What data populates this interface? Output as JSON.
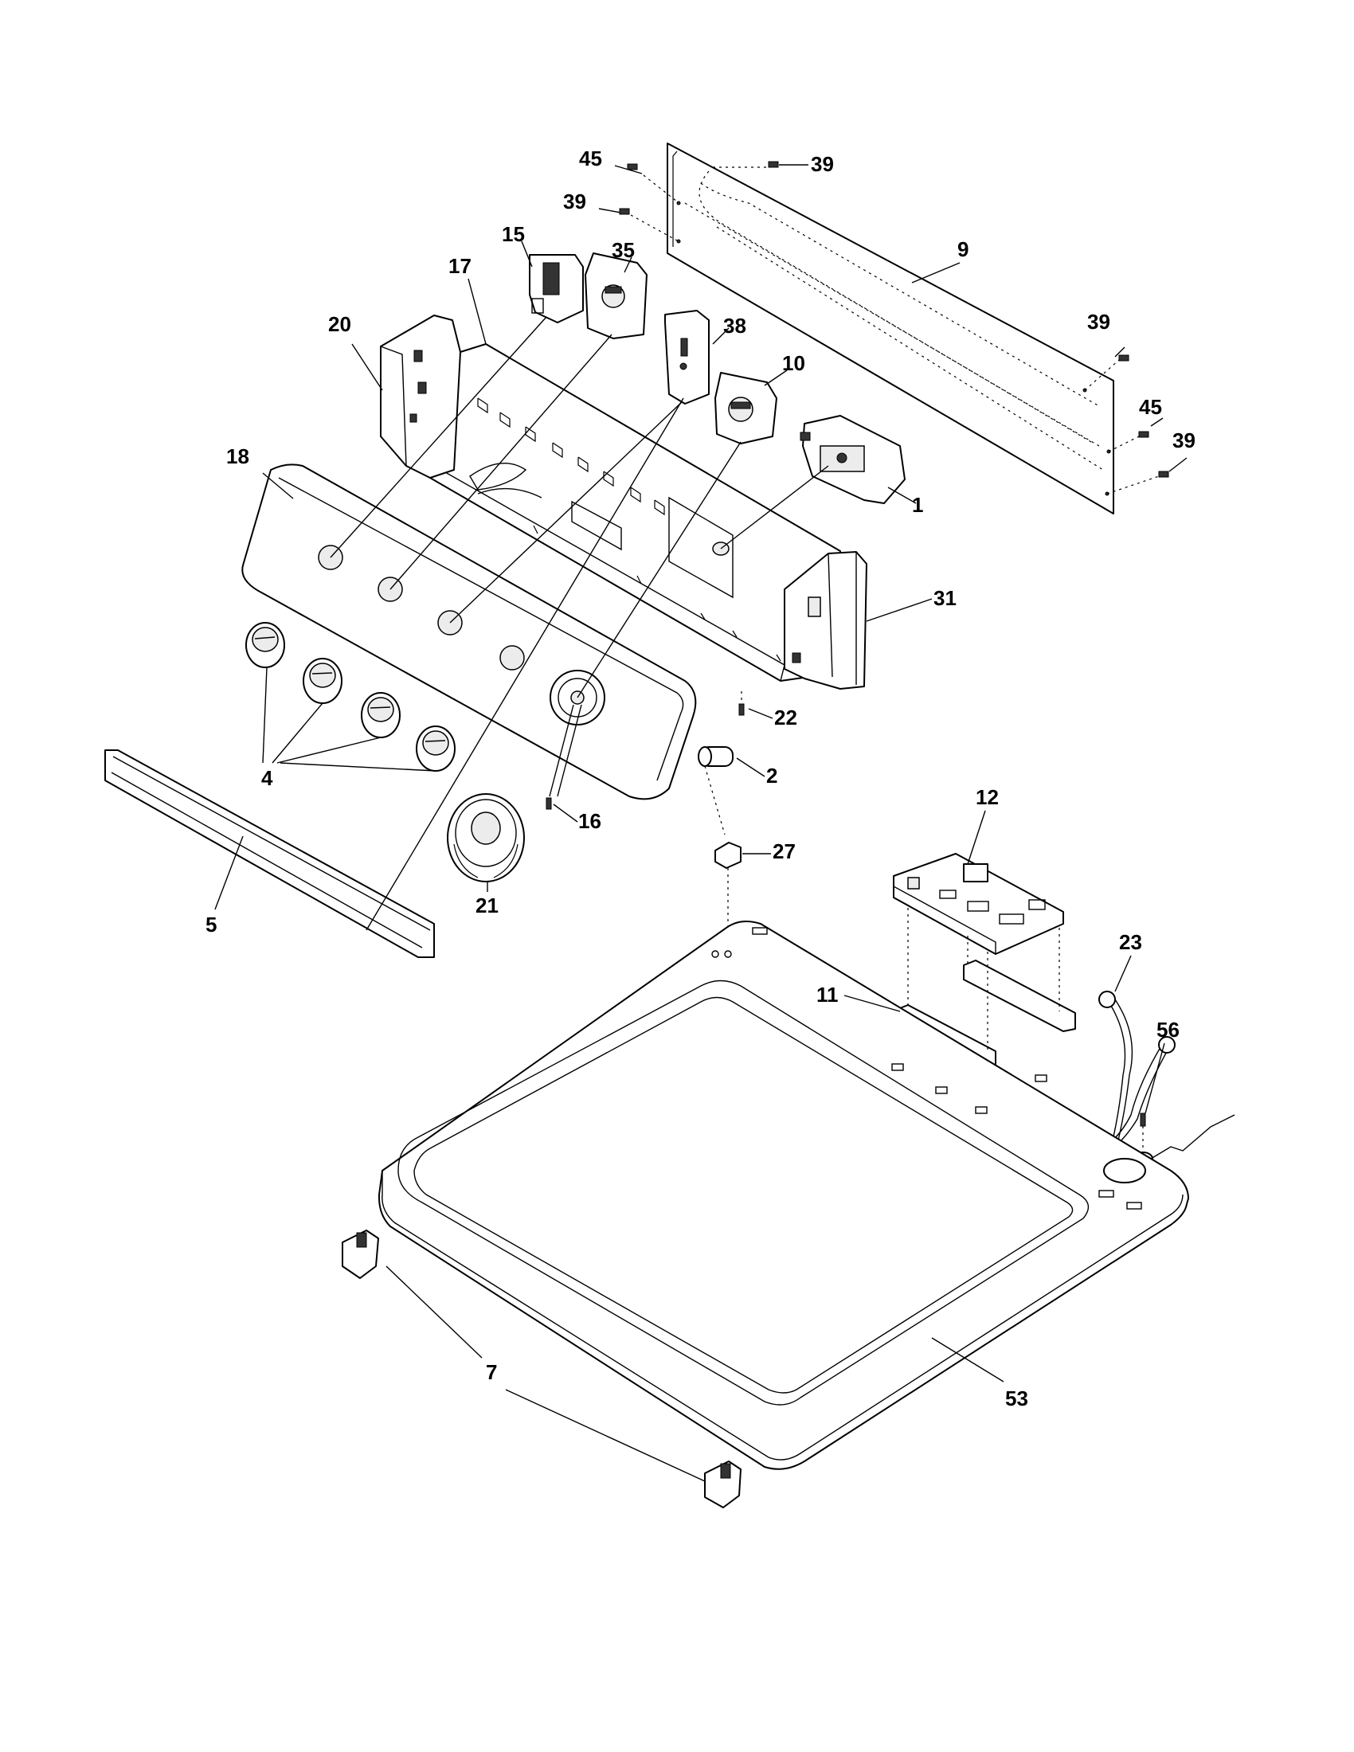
{
  "callouts": [
    {
      "id": "c45a",
      "text": "45"
    },
    {
      "id": "c39a",
      "text": "39"
    },
    {
      "id": "c39b",
      "text": "39"
    },
    {
      "id": "c15",
      "text": "15"
    },
    {
      "id": "c35",
      "text": "35"
    },
    {
      "id": "c17",
      "text": "17"
    },
    {
      "id": "c9",
      "text": "9"
    },
    {
      "id": "c20",
      "text": "20"
    },
    {
      "id": "c38",
      "text": "38"
    },
    {
      "id": "c10",
      "text": "10"
    },
    {
      "id": "c39c",
      "text": "39"
    },
    {
      "id": "c45b",
      "text": "45"
    },
    {
      "id": "c39d",
      "text": "39"
    },
    {
      "id": "c18",
      "text": "18"
    },
    {
      "id": "c1",
      "text": "1"
    },
    {
      "id": "c31",
      "text": "31"
    },
    {
      "id": "c22",
      "text": "22"
    },
    {
      "id": "c2",
      "text": "2"
    },
    {
      "id": "c4",
      "text": "4"
    },
    {
      "id": "c16",
      "text": "16"
    },
    {
      "id": "c12",
      "text": "12"
    },
    {
      "id": "c27",
      "text": "27"
    },
    {
      "id": "c5",
      "text": "5"
    },
    {
      "id": "c21",
      "text": "21"
    },
    {
      "id": "c23",
      "text": "23"
    },
    {
      "id": "c11",
      "text": "11"
    },
    {
      "id": "c56",
      "text": "56"
    },
    {
      "id": "c7",
      "text": "7"
    },
    {
      "id": "c53",
      "text": "53"
    }
  ]
}
